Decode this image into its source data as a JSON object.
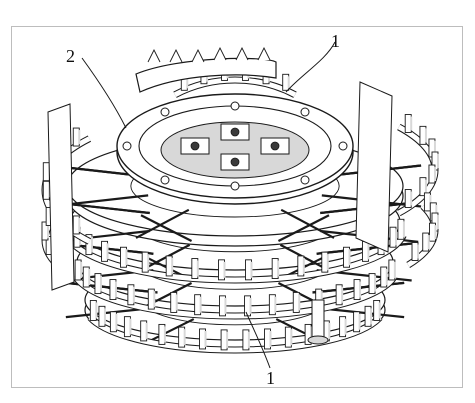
{
  "figure": {
    "callouts": [
      {
        "id": "callout-top-right",
        "label": "1"
      },
      {
        "id": "callout-top-left",
        "label": "2"
      },
      {
        "id": "callout-bottom",
        "label": "1"
      }
    ]
  },
  "colors": {
    "line": "#1a1a1a",
    "fill": "#ffffff",
    "shade": "#d8d8d8",
    "dark": "#3a3a3a"
  }
}
